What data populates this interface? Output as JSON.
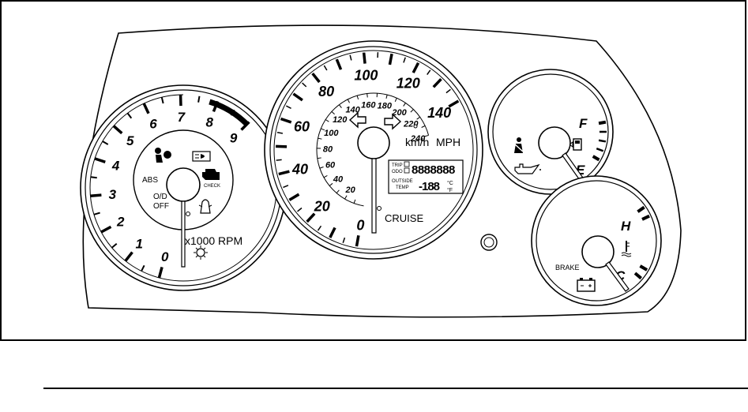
{
  "tachometer": {
    "numbers": [
      "0",
      "1",
      "2",
      "3",
      "4",
      "5",
      "6",
      "7",
      "8",
      "9"
    ],
    "unit_label": "x1000 RPM",
    "warning_labels": {
      "abs": "ABS",
      "check": "CHECK",
      "od_line1": "O/D",
      "od_line2": "OFF"
    }
  },
  "speedometer": {
    "mph_numbers": [
      "0",
      "20",
      "40",
      "60",
      "80",
      "100",
      "120",
      "140"
    ],
    "kmh_numbers": [
      "20",
      "40",
      "60",
      "80",
      "100",
      "120",
      "140",
      "160",
      "180",
      "200",
      "220",
      "240"
    ],
    "unit_kmh": "km/h",
    "unit_mph": "MPH",
    "cruise_label": "CRUISE",
    "display": {
      "trip_label": "TRIP",
      "odo_label": "ODO",
      "trip_digits": "8888888",
      "outside_line1": "OUTSIDE",
      "outside_line2": "TEMP",
      "temp_digits": "-188",
      "unit_c": "°C",
      "unit_f": "°F"
    }
  },
  "fuel_gauge": {
    "full_label": "F",
    "empty_label": "E"
  },
  "temp_gauge": {
    "hot_label": "H",
    "cold_label": "C",
    "brake_label": "BRAKE"
  },
  "colors": {
    "ink": "#000000",
    "paper": "#ffffff"
  }
}
